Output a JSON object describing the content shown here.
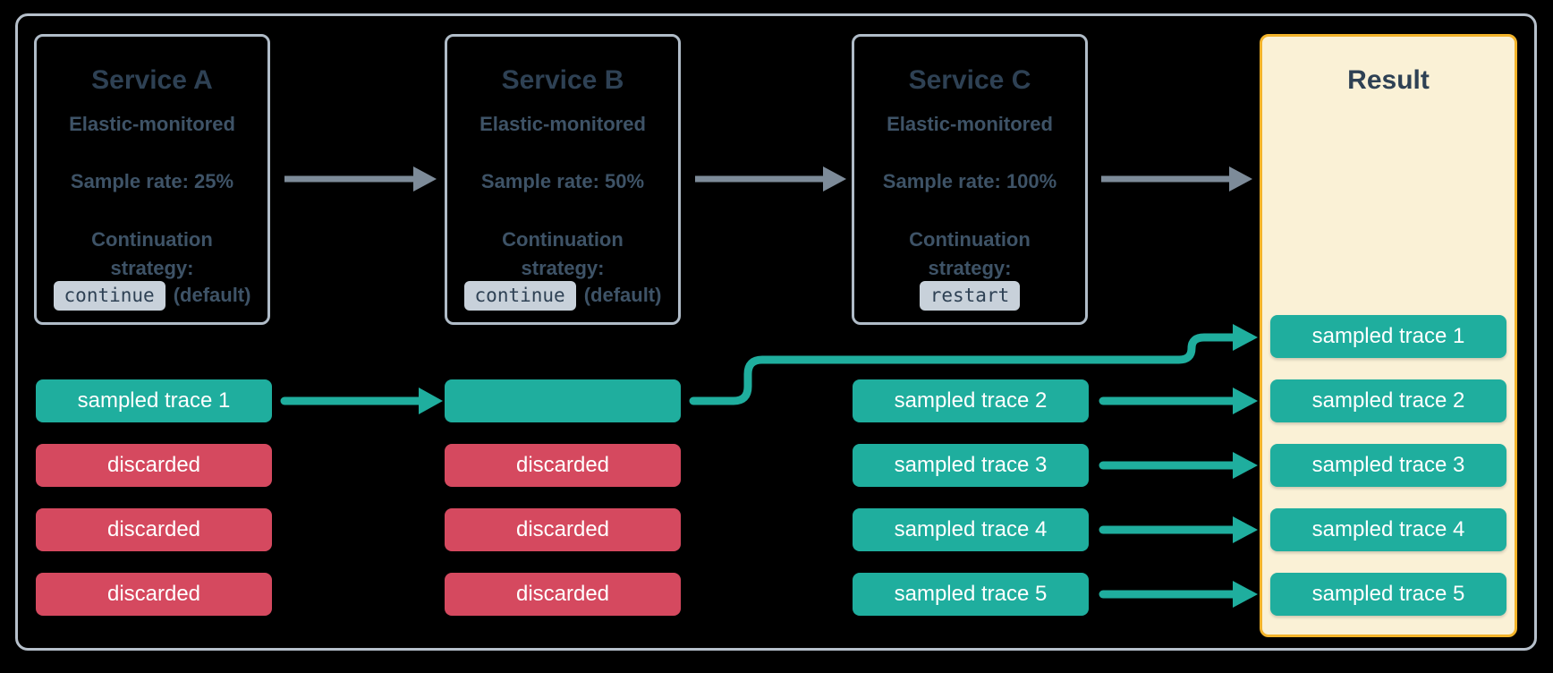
{
  "colors": {
    "background": "#000000",
    "container_border": "#b6c0cb",
    "service_border": "#b0bcc8",
    "title_text": "#2e4154",
    "body_text": "#3e5367",
    "badge_bg": "#c8d1da",
    "badge_text": "#2e4154",
    "teal": "#1fae9e",
    "red": "#d5495f",
    "chip_text": "#ffffff",
    "result_bg": "#faf1d6",
    "result_border": "#f2b32a",
    "gray_arrow": "#7d8b99"
  },
  "services": [
    {
      "title": "Service A",
      "monitored": "Elastic-monitored",
      "sample_rate": "Sample rate: 25%",
      "continuation_label_line1": "Continuation",
      "continuation_label_line2": "strategy:",
      "strategy_value": "continue",
      "strategy_note": "(default)"
    },
    {
      "title": "Service B",
      "monitored": "Elastic-monitored",
      "sample_rate": "Sample rate: 50%",
      "continuation_label_line1": "Continuation",
      "continuation_label_line2": "strategy:",
      "strategy_value": "continue",
      "strategy_note": "(default)"
    },
    {
      "title": "Service C",
      "monitored": "Elastic-monitored",
      "sample_rate": "Sample rate: 100%",
      "continuation_label_line1": "Continuation",
      "continuation_label_line2": "strategy:",
      "strategy_value": "restart",
      "strategy_note": ""
    }
  ],
  "result": {
    "title": "Result"
  },
  "traces": {
    "service_a": [
      {
        "label": "sampled trace 1",
        "status": "sampled"
      },
      {
        "label": "discarded",
        "status": "discarded"
      },
      {
        "label": "discarded",
        "status": "discarded"
      },
      {
        "label": "discarded",
        "status": "discarded"
      }
    ],
    "service_b": [
      {
        "label": "",
        "status": "sampled"
      },
      {
        "label": "discarded",
        "status": "discarded"
      },
      {
        "label": "discarded",
        "status": "discarded"
      },
      {
        "label": "discarded",
        "status": "discarded"
      }
    ],
    "service_c": [
      {
        "label": "sampled trace 2",
        "status": "sampled"
      },
      {
        "label": "sampled trace 3",
        "status": "sampled"
      },
      {
        "label": "sampled trace 4",
        "status": "sampled"
      },
      {
        "label": "sampled trace 5",
        "status": "sampled"
      }
    ],
    "result": [
      {
        "label": "sampled trace 1",
        "status": "sampled"
      },
      {
        "label": "sampled trace 2",
        "status": "sampled"
      },
      {
        "label": "sampled trace 3",
        "status": "sampled"
      },
      {
        "label": "sampled trace 4",
        "status": "sampled"
      },
      {
        "label": "sampled trace 5",
        "status": "sampled"
      }
    ]
  }
}
